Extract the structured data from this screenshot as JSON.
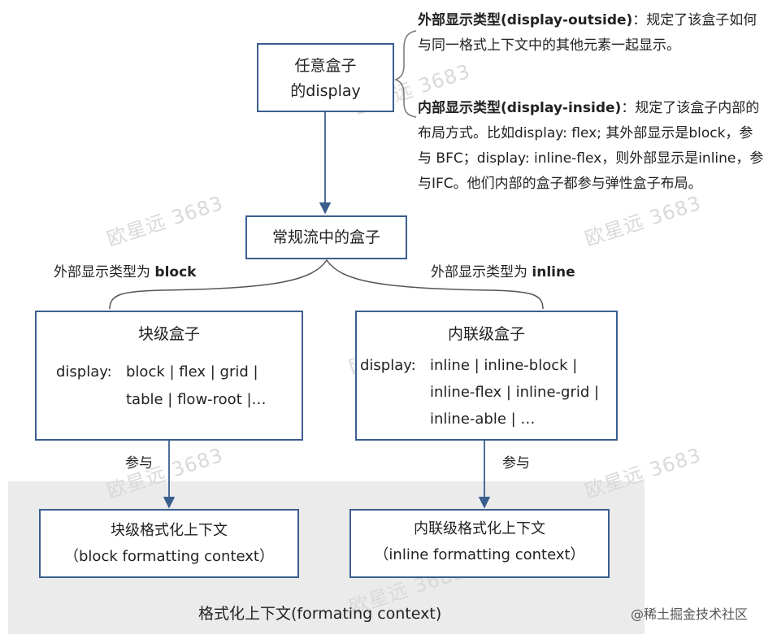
{
  "root_box": {
    "line1": "任意盒子",
    "line2": "的display"
  },
  "outside_note": {
    "term": "外部显示类型(display-outside)",
    "text": "：规定了该盒子如何与同一格式上下文中的其他元素一起显示。"
  },
  "inside_note": {
    "term": "内部显示类型(display-inside)",
    "text": "：规定了该盒子内部的布局方式。比如display: flex; 其外部显示是block，参与 BFC；display: inline-flex，则外部显示是inline，参与IFC。他们内部的盒子都参与弹性盒子布局。"
  },
  "flow_box": {
    "label": "常规流中的盒子"
  },
  "branch_left": {
    "prefix": "外部显示类型为 ",
    "value": "block"
  },
  "branch_right": {
    "prefix": "外部显示类型为 ",
    "value": "inline"
  },
  "block_box": {
    "title": "块级盒子",
    "key": "display:",
    "line1": "block | flex | grid |",
    "line2": "table | flow-root |…"
  },
  "inline_box": {
    "title": "内联级盒子",
    "key": "display:",
    "line1": "inline | inline-block |",
    "line2": "inline-flex | inline-grid |",
    "line3": "inline-able | …"
  },
  "participate_left": "参与",
  "participate_right": "参与",
  "bfc_box": {
    "line1": "块级格式化上下文",
    "line2": "（block formatting context）"
  },
  "ifc_box": {
    "line1": "内联级格式化上下文",
    "line2": "（inline formatting context）"
  },
  "panel_label": "格式化上下文(formating context)",
  "watermark": "欧星远 3683",
  "credit": "@稀土掘金技术社区",
  "colors": {
    "box_border": "#3a5f8f",
    "arrow": "#3a5f8f",
    "panel": "#ebebeb",
    "watermark": "#d9d9d9"
  }
}
